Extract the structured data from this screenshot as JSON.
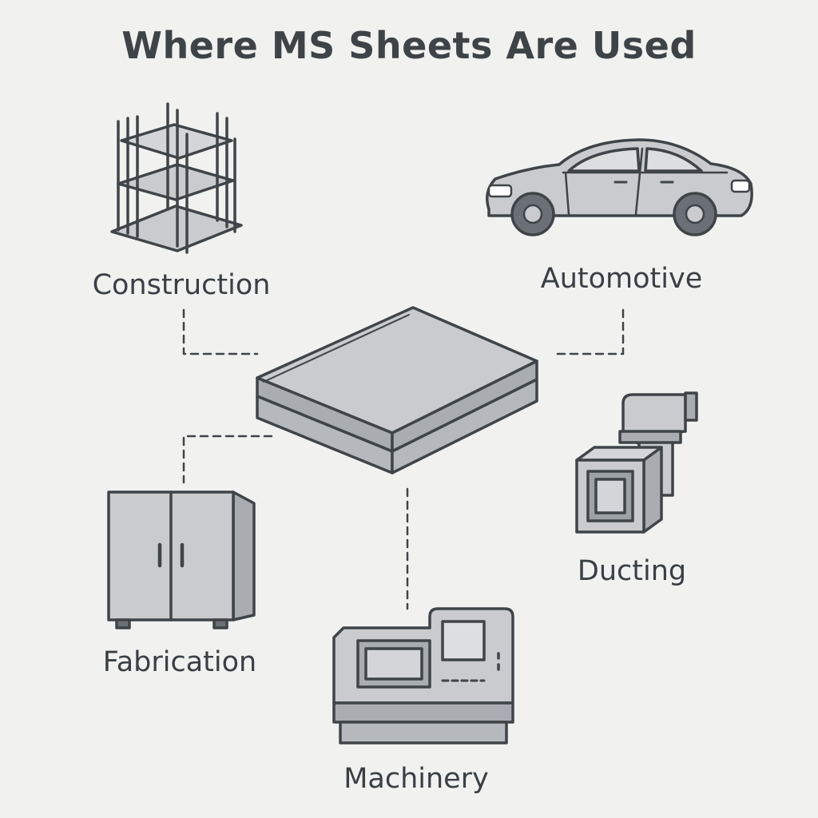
{
  "title": "Where MS Sheets Are Used",
  "center": {
    "name": "MS sheet stack",
    "icon": "metal-sheet-stack-icon"
  },
  "applications": [
    {
      "label": "Construction",
      "icon": "rebar-cage-icon"
    },
    {
      "label": "Automotive",
      "icon": "car-icon"
    },
    {
      "label": "Ducting",
      "icon": "duct-icon"
    },
    {
      "label": "Fabrication",
      "icon": "cabinet-icon"
    },
    {
      "label": "Machinery",
      "icon": "cnc-machine-icon"
    }
  ],
  "colors": {
    "background": "#f1f1f0",
    "stroke": "#3f4448",
    "fill_light": "#c9cbce",
    "fill_mid": "#a9adb2",
    "text": "#3a3f44"
  }
}
